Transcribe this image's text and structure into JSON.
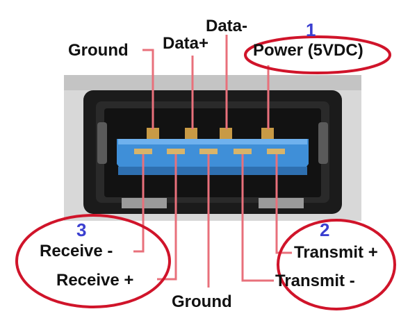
{
  "colors": {
    "leader": "#e8707b",
    "circle": "#d0142a",
    "number": "#3b3fd0",
    "plastic": "#3f8fd8",
    "housing_light": "#dcdcdc",
    "housing_dark": "#1b1b1b",
    "contact": "#c89a45"
  },
  "labels": {
    "ground_top": "Ground",
    "data_plus": "Data+",
    "data_minus": "Data-",
    "power": "Power (5VDC)",
    "receive_minus": "Receive -",
    "receive_plus": "Receive +",
    "ground_bottom": "Ground",
    "transmit_plus": "Transmit +",
    "transmit_minus": "Transmit -"
  },
  "numbers": {
    "power_group": "1",
    "transmit_group": "2",
    "receive_group": "3"
  },
  "icons": {
    "connector": "usb-3-type-a-port-icon"
  }
}
